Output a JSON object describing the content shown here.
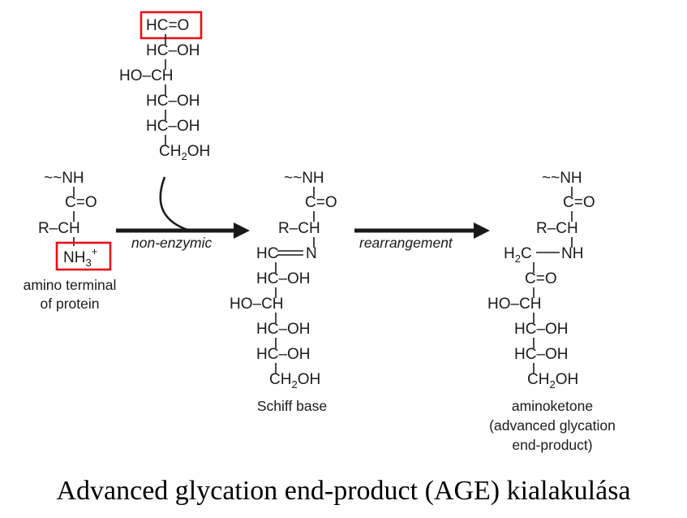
{
  "caption": "Advanced glycation end-product (AGE) kialakulása",
  "glucose": {
    "rows": [
      "HC=O",
      "HC–OH",
      "HO–CH",
      "HC–OH",
      "HC–OH",
      "CH"
    ],
    "subscript": "2",
    "oh": "OH"
  },
  "protein": {
    "rows": [
      "~~NH",
      "C=O",
      "R–CH"
    ],
    "amine": "NH",
    "amine_sub": "3",
    "amine_sup": "+",
    "label_line1": "amino terminal",
    "label_line2": "of protein"
  },
  "schiff": {
    "top_rows": [
      "~~NH",
      "C=O",
      "R–CH"
    ],
    "hc": "HC",
    "n": "N",
    "rows": [
      "HC–OH",
      "HO–CH",
      "HC–OH",
      "HC–OH",
      "CH"
    ],
    "subscript": "2",
    "oh": "OH",
    "label": "Schiff base"
  },
  "amino": {
    "top_rows": [
      "~~NH",
      "C=O",
      "R–CH"
    ],
    "h2c_h": "H",
    "h2c_sub": "2",
    "h2c_c": "C",
    "nh": "NH",
    "rows": [
      "C=O",
      "HO–CH",
      "HC–OH",
      "HC–OH",
      "CH"
    ],
    "subscript": "2",
    "oh": "OH",
    "label_line1": "aminoketone",
    "label_line2": "(advanced glycation",
    "label_line3": "end-product)"
  },
  "arrows": {
    "step1": "non-enzymic",
    "step2": "rearrangement"
  },
  "colors": {
    "highlight": "#e3111b",
    "ink": "#1a1a1a"
  }
}
